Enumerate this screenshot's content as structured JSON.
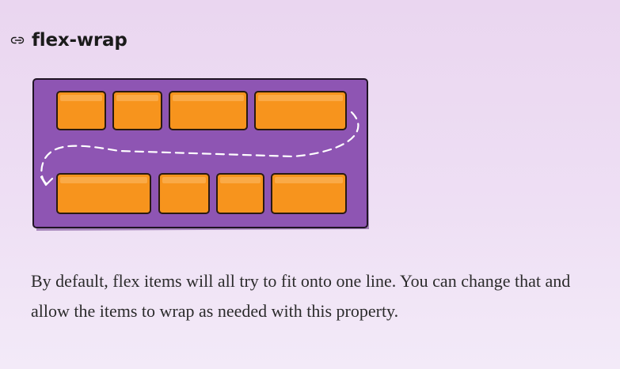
{
  "section": {
    "title": "flex-wrap",
    "anchor_icon": "link-icon"
  },
  "illustration": {
    "icon": "flex-wrap-diagram",
    "container_color": "#8e55b3",
    "item_color": "#f7941d",
    "row_1_item_count": 4,
    "row_2_item_count": 4
  },
  "description": {
    "text": "By default, flex items will all try to fit onto one line. You can change that and allow the items to wrap as needed with this property."
  }
}
